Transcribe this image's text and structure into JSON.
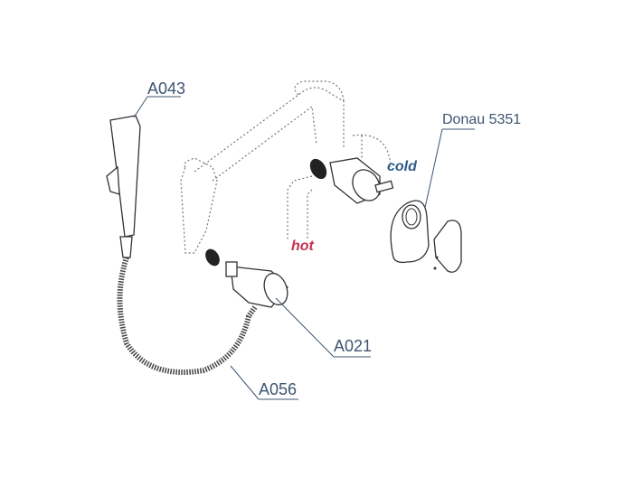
{
  "labels": {
    "handshower": "A043",
    "mixer": "Donau 5351",
    "cold": "cold",
    "hot": "hot",
    "outlet": "A021",
    "hose": "A056"
  },
  "colors": {
    "label": "#3d5570",
    "hot": "#c2334f",
    "cold": "#2f5c86"
  }
}
